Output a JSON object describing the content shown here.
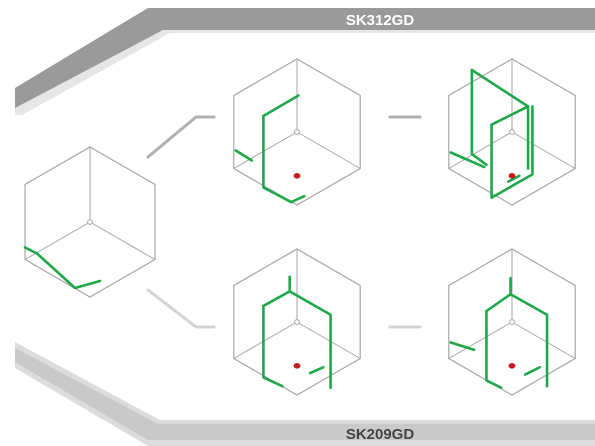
{
  "banner_top": {
    "label": "SK312GD"
  },
  "banner_bottom": {
    "label": "SK209GD"
  },
  "colors": {
    "banner_gray": "#9a9a9a",
    "banner_light": "#cfcfcf",
    "cube_edge": "#a6a6a6",
    "laser_green": "#1fa84a",
    "laser_dot": "#cc1a1a",
    "connector": "#b0b0b0"
  },
  "diagram": {
    "cubes": [
      {
        "id": "base",
        "variant": "base"
      },
      {
        "id": "sk312-step1",
        "variant": "two-plane"
      },
      {
        "id": "sk312-step2",
        "variant": "three-plane-full"
      },
      {
        "id": "sk209-step1",
        "variant": "cross-plane"
      },
      {
        "id": "sk209-step2",
        "variant": "cross-plane-double"
      }
    ]
  }
}
